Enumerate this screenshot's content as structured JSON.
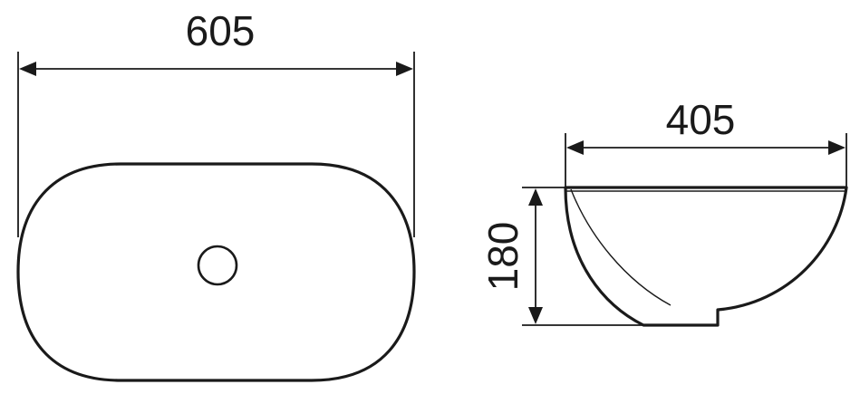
{
  "top_view": {
    "width_label": "605"
  },
  "side_view": {
    "width_label": "405",
    "height_label": "180"
  },
  "colors": {
    "line": "#1a1a1a",
    "background": "#ffffff"
  }
}
